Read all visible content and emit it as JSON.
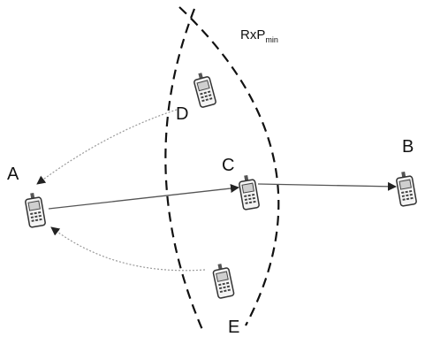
{
  "diagram": {
    "nodes": {
      "A": {
        "label": "A"
      },
      "B": {
        "label": "B"
      },
      "C": {
        "label": "C"
      },
      "D": {
        "label": "D"
      },
      "E": {
        "label": "E"
      }
    },
    "threshold_label": {
      "main": "RxP",
      "sub": "min"
    },
    "edges": [
      {
        "from": "A",
        "to": "C",
        "style": "solid"
      },
      {
        "from": "C",
        "to": "B",
        "style": "solid"
      },
      {
        "from": "D",
        "to": "A",
        "style": "dotted"
      },
      {
        "from": "E",
        "to": "A",
        "style": "dotted"
      }
    ],
    "colors": {
      "line": "#444444",
      "faint_line": "#9a9a9a",
      "ink": "#111111"
    }
  }
}
